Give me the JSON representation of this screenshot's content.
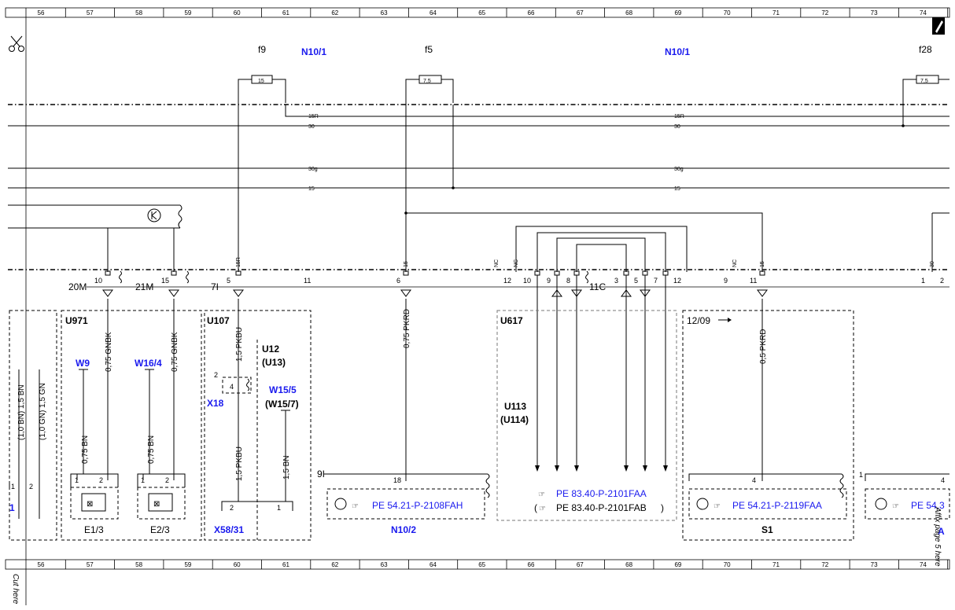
{
  "grid": {
    "columns": [
      "56",
      "57",
      "58",
      "59",
      "60",
      "61",
      "62",
      "63",
      "64",
      "65",
      "66",
      "67",
      "68",
      "69",
      "70",
      "71",
      "72",
      "73",
      "74"
    ]
  },
  "fuses": [
    {
      "name": "f9",
      "rating": "15"
    },
    {
      "name": "f5",
      "rating": "7,5"
    },
    {
      "name": "f28",
      "rating": "7,5"
    }
  ],
  "module_top_labels": [
    "N10/1",
    "N10/1"
  ],
  "bus_lines": {
    "row1": [
      "15R",
      "15R"
    ],
    "row2": [
      "30",
      "30"
    ],
    "row3": [
      "30g",
      "30g"
    ],
    "row4": [
      "15",
      "15"
    ]
  },
  "connector_row": {
    "left_labels": [
      "20M",
      "21M",
      "7I",
      "11C"
    ],
    "pins": [
      "10",
      "15",
      "5",
      "11",
      "6",
      "12",
      "10",
      "9",
      "8",
      "3",
      "5",
      "7",
      "12",
      "9",
      "11",
      "1",
      "2"
    ],
    "pin_tags": [
      "NC",
      "NC",
      "NC",
      "15R",
      "15",
      "15",
      "30"
    ]
  },
  "wire_labels": [
    "0,75 GNBK",
    "0,75 GNBK",
    "1,5 PKBU",
    "0,75 PKRD",
    "0,5 PKRD",
    "0,75 BN",
    "0,75 BN",
    "1,5 PKBU",
    "1,5 BN",
    "(1,0 BN) 1,5 BN",
    "(1,0 GN) 1,5 GN"
  ],
  "components": {
    "u971": "U971",
    "u107": "U107",
    "u617": "U617",
    "u12": "U12",
    "u13": "(U13)",
    "u113": "U113",
    "u114": "(U114)",
    "w9": "W9",
    "w16_4": "W16/4",
    "w15_5": "W15/5",
    "w15_7": "(W15/7)",
    "x18": "X18",
    "x58_31": "X58/31",
    "e1_3": "E1/3",
    "e2_3": "E2/3",
    "n10_2": "N10/2",
    "s1": "S1",
    "date_tag": "12/09",
    "conn_9i": "9I",
    "pin18": "18",
    "pin4": "4",
    "pin1": "1",
    "pin4b": "4",
    "pin2": "2",
    "pin4c": "4"
  },
  "references": {
    "ref1": "PE 54.21-P-2108FAH",
    "ref2": "PE 83.40-P-2101FAA",
    "ref3": "PE 83.40-P-2101FAB",
    "ref3_open": "(",
    "ref3_close": ")",
    "ref4": "PE 54.21-P-2119FAA",
    "ref5": "PE 54.3"
  },
  "edge_text": {
    "cut_here": "Cut here",
    "affix": "Affix page 5 here",
    "right_a": "A"
  },
  "colors": {
    "link": "#1a1aee",
    "line": "#000000"
  }
}
